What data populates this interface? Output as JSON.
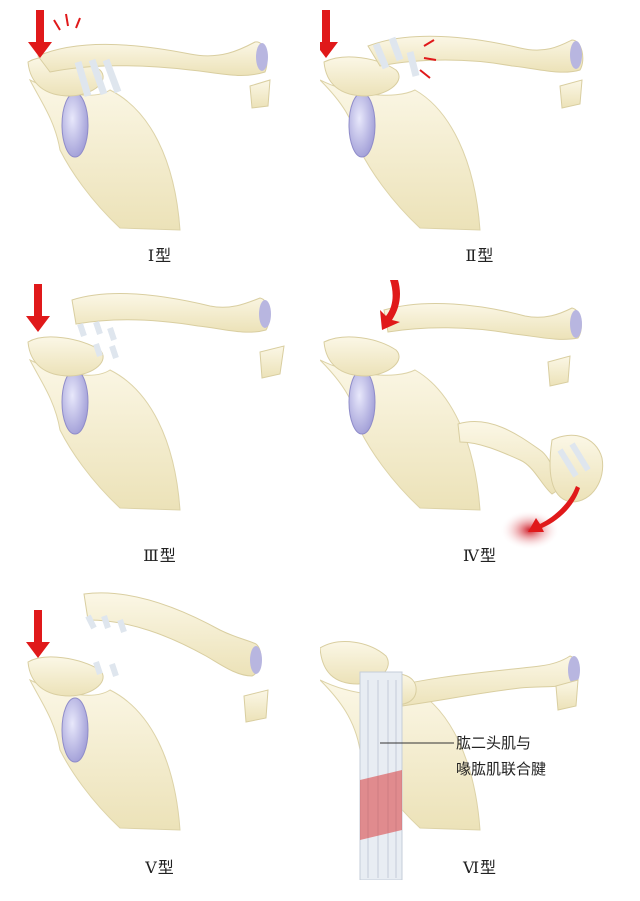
{
  "panels": [
    {
      "type_label": "Ⅰ型"
    },
    {
      "type_label": "Ⅱ型"
    },
    {
      "type_label": "Ⅲ型"
    },
    {
      "type_label": "Ⅳ型"
    },
    {
      "type_label": "Ⅴ型"
    },
    {
      "type_label": "Ⅵ型"
    }
  ],
  "annotation": {
    "line1": "肱二头肌与",
    "line2": "喙肱肌联合腱"
  },
  "colors": {
    "bone": "#f7f1d6",
    "bone_shadow": "#e6dcae",
    "outline": "#d8cfa6",
    "cartilage": "#b8b6e0",
    "ligament": "#dfe6ee",
    "arrow": "#e0191a",
    "bleed": "#d93a3a"
  }
}
